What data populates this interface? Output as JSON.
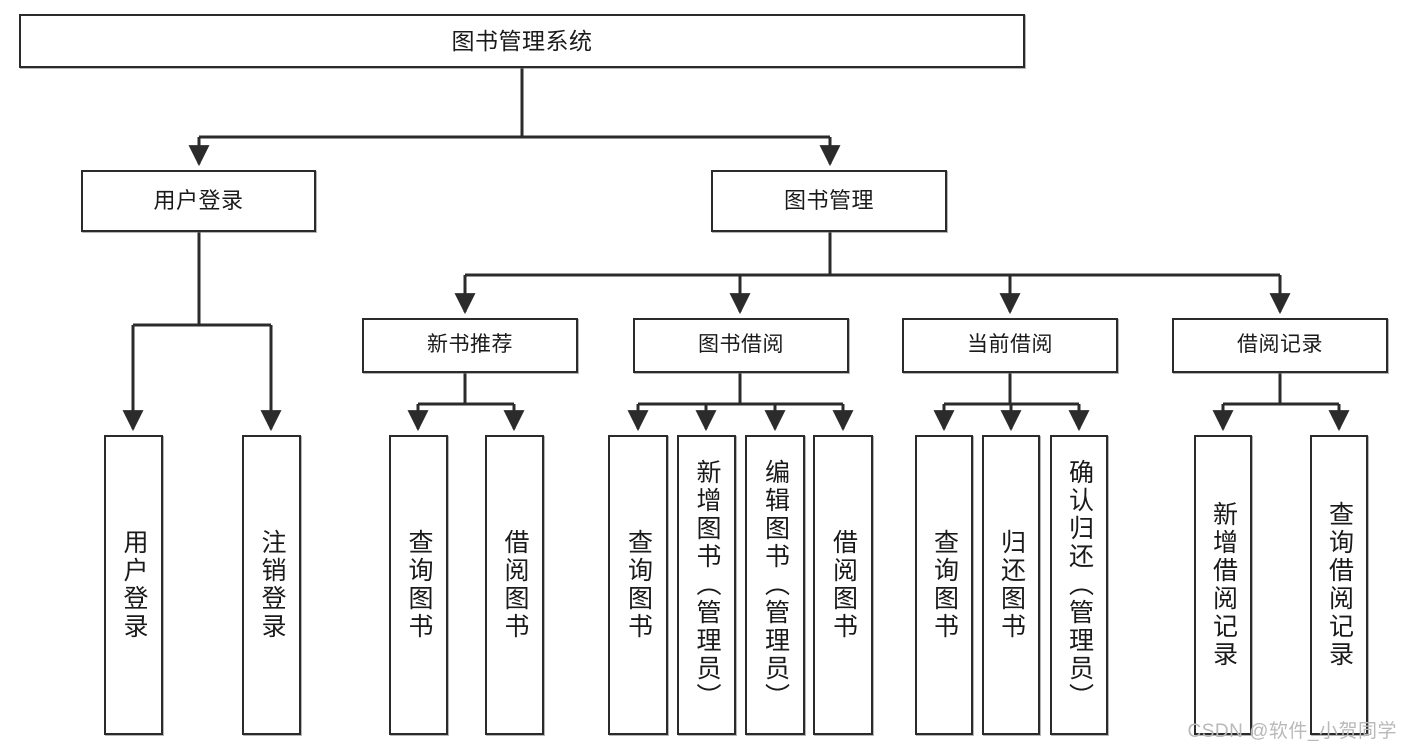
{
  "diagram": {
    "title": "图书管理系统",
    "type": "tree",
    "watermark": "CSDN @软件_小贺同学",
    "colors": {
      "box_border": "#2b2b2b",
      "box_fill": "#ffffff",
      "connector": "#2b2b2b",
      "background": "#ffffff",
      "watermark": "#b9b9b9"
    },
    "root": {
      "id": "root",
      "label": "图书管理系统"
    },
    "level2": [
      {
        "id": "user-login",
        "label": "用户登录"
      },
      {
        "id": "book-management",
        "label": "图书管理"
      }
    ],
    "level3": [
      {
        "id": "new-book-recommend",
        "label": "新书推荐",
        "parent": "book-management"
      },
      {
        "id": "book-borrow",
        "label": "图书借阅",
        "parent": "book-management"
      },
      {
        "id": "current-borrow",
        "label": "当前借阅",
        "parent": "book-management"
      },
      {
        "id": "borrow-record",
        "label": "借阅记录",
        "parent": "book-management"
      }
    ],
    "leaves": [
      {
        "id": "leaf-user-login",
        "label": "用户登录",
        "parent": "user-login"
      },
      {
        "id": "leaf-logout-login",
        "label": "注销登录",
        "parent": "user-login"
      },
      {
        "id": "leaf-query-book-1",
        "label": "查询图书",
        "parent": "new-book-recommend"
      },
      {
        "id": "leaf-borrow-book-1",
        "label": "借阅图书",
        "parent": "new-book-recommend"
      },
      {
        "id": "leaf-query-book-2",
        "label": "查询图书",
        "parent": "book-borrow"
      },
      {
        "id": "leaf-add-book",
        "label": "新增图书（管理员）",
        "parent": "book-borrow"
      },
      {
        "id": "leaf-edit-book",
        "label": "编辑图书（管理员）",
        "parent": "book-borrow"
      },
      {
        "id": "leaf-borrow-book-2",
        "label": "借阅图书",
        "parent": "book-borrow"
      },
      {
        "id": "leaf-query-book-3",
        "label": "查询图书",
        "parent": "current-borrow"
      },
      {
        "id": "leaf-return-book",
        "label": "归还图书",
        "parent": "current-borrow"
      },
      {
        "id": "leaf-confirm-return",
        "label": "确认归还（管理员）",
        "parent": "current-borrow"
      },
      {
        "id": "leaf-add-record",
        "label": "新增借阅记录",
        "parent": "borrow-record"
      },
      {
        "id": "leaf-query-record",
        "label": "查询借阅记录",
        "parent": "borrow-record"
      }
    ]
  }
}
